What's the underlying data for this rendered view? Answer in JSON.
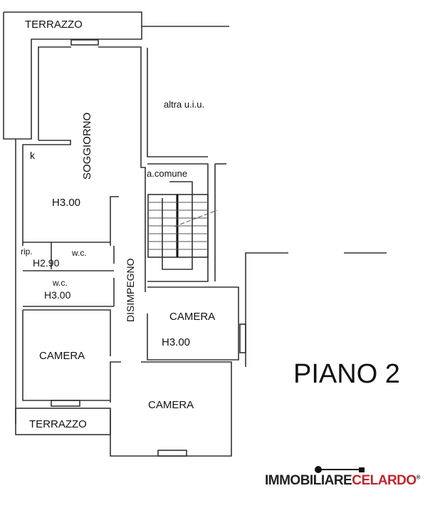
{
  "plan": {
    "floor_label": "PIANO 2",
    "rooms": {
      "terrazzo_top": "TERRAZZO",
      "soggiorno": "SOGGIORNO",
      "soggiorno_height": "H3.00",
      "kitchen": "k",
      "altra": "altra u.i.u.",
      "common_area": "a.comune",
      "rip": "rip.",
      "rip_height": "H2.90",
      "wc1": "w.c.",
      "wc2": "w.c.",
      "wc2_height": "H3.00",
      "disimpegno": "DISIMPEGNO",
      "camera_right": "CAMERA",
      "camera_right_height": "H3.00",
      "camera_left": "CAMERA",
      "camera_bottom": "CAMERA",
      "terrazzo_bottom": "TERRAZZO"
    }
  },
  "logo": {
    "part1": "IMMOBILIARE",
    "part2": "CELARDO",
    "mark": "®"
  },
  "colors": {
    "wall": "#333333",
    "brand_red": "#c0262d"
  }
}
